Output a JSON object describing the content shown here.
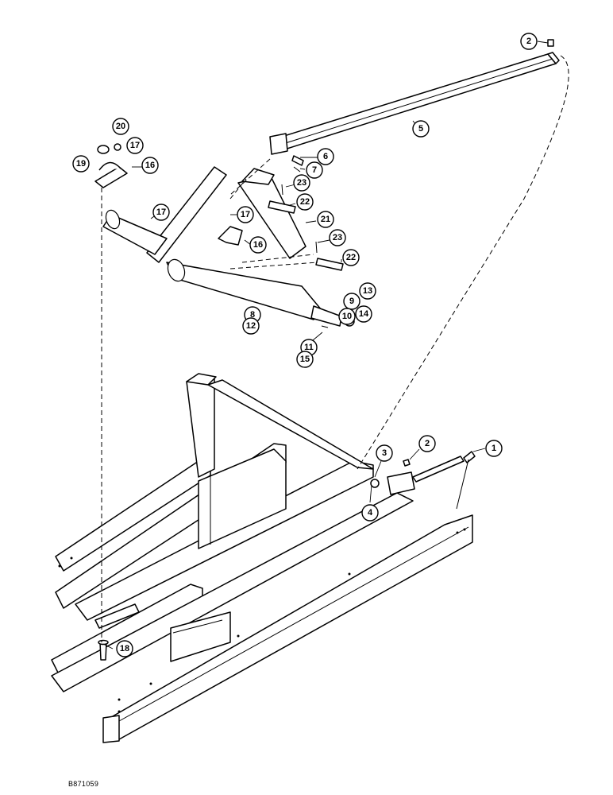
{
  "drawing_code": "B871059",
  "callouts": [
    "1",
    "2",
    "2",
    "3",
    "4",
    "5",
    "6",
    "7",
    "8",
    "9",
    "10",
    "11",
    "12",
    "13",
    "14",
    "15",
    "16",
    "16",
    "17",
    "17",
    "17",
    "18",
    "19",
    "20",
    "21",
    "22",
    "22",
    "23",
    "23"
  ]
}
